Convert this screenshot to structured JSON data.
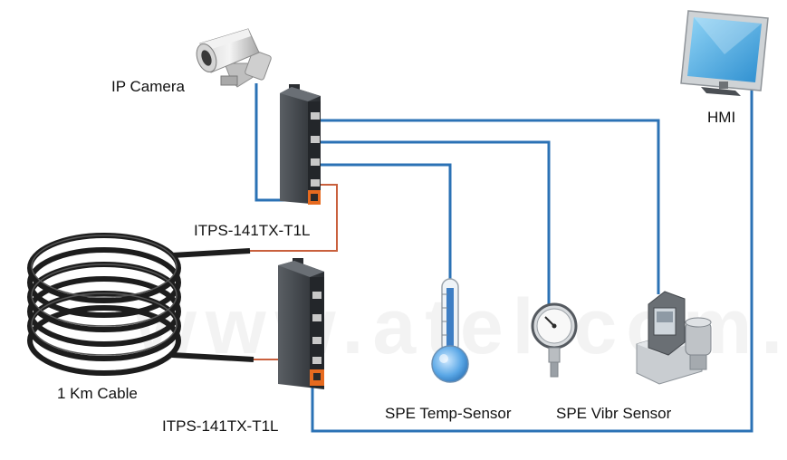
{
  "labels": {
    "camera": "IP Camera",
    "hmi": "HMI",
    "switch_top": "ITPS-141TX-T1L",
    "switch_bottom": "ITPS-141TX-T1L",
    "cable": "1 Km Cable",
    "temp_sensor": "SPE Temp-Sensor",
    "vibr_sensor": "SPE Vibr Sensor"
  },
  "watermark": "www.atel.com.pl",
  "colors": {
    "ethernet_link": "#2b72b5",
    "spe_link": "#c9603d",
    "device_dark": "#3b3f44",
    "port_orange": "#e66a1f"
  }
}
